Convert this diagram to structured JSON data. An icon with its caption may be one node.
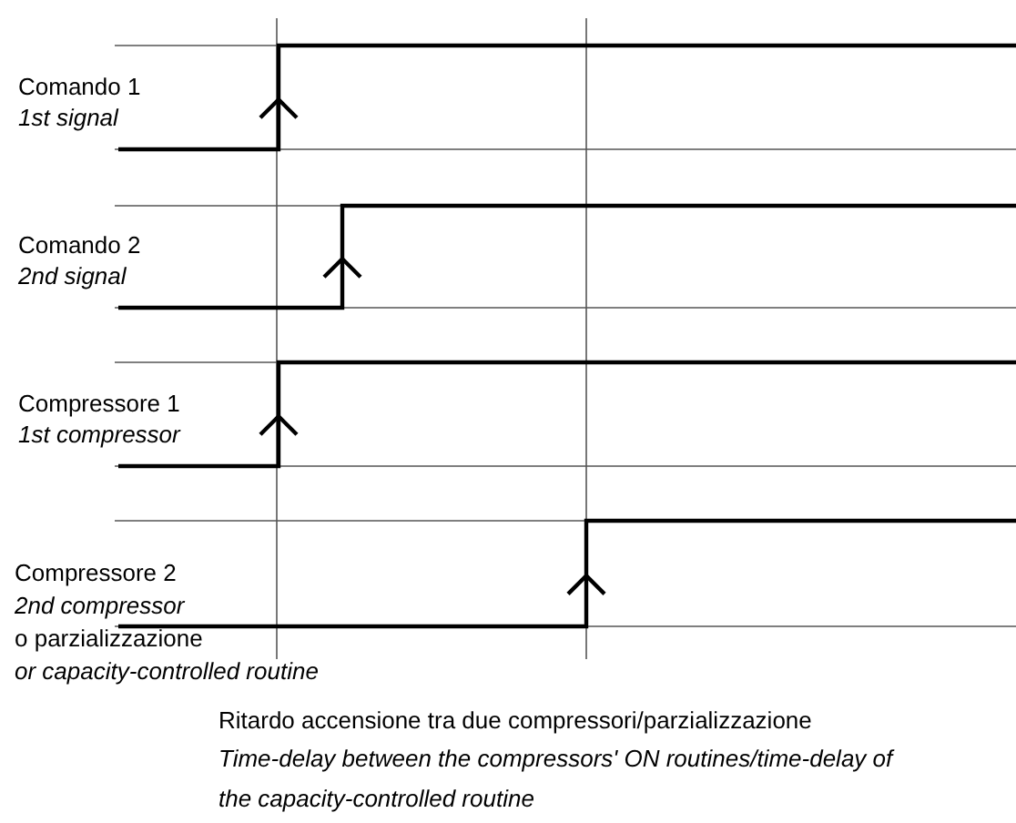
{
  "diagram": {
    "labels": [
      "Comando 1",
      "1st signal",
      "Comando 2",
      "2nd signal",
      "Compressore 1",
      "1st compressor",
      "Compressore 2",
      "2nd compressor",
      "o parzializzazione",
      "or capacity-controlled routine",
      "Ritardo accensione tra due compressori/parzializzazione",
      "Time-delay between the compressors' ON routines/time-delay of the capacity-controlled routine"
    ]
  }
}
